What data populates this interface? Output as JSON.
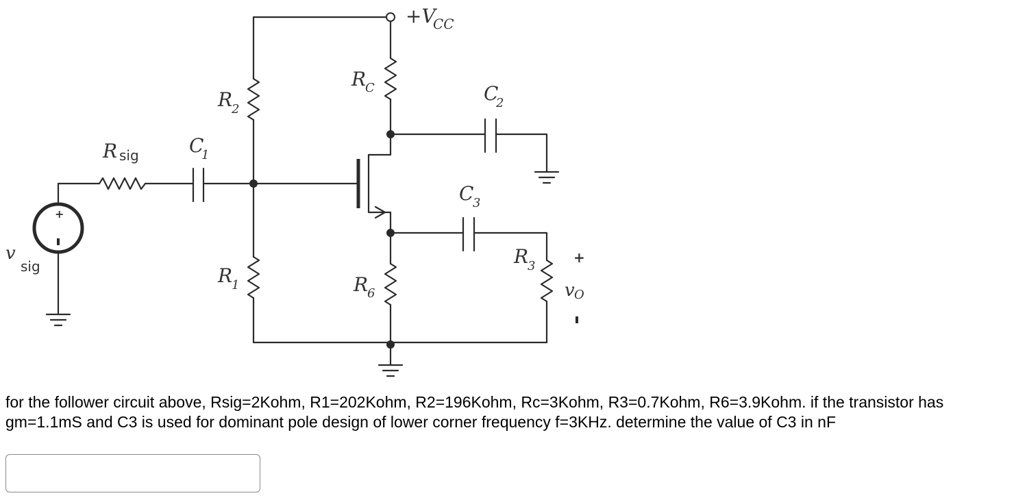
{
  "circuit": {
    "vcc_label": "+V",
    "vcc_sub": "CC",
    "rc": {
      "main": "R",
      "sub": "C"
    },
    "r2": {
      "main": "R",
      "sub": "2"
    },
    "r1": {
      "main": "R",
      "sub": "1"
    },
    "r6": {
      "main": "R",
      "sub": "6"
    },
    "r3": {
      "main": "R",
      "sub": "3"
    },
    "rsig": {
      "main": "R",
      "sub": "sig"
    },
    "c1": {
      "main": "C",
      "sub": "1"
    },
    "c2": {
      "main": "C",
      "sub": "2"
    },
    "c3": {
      "main": "C",
      "sub": "3"
    },
    "vsig": {
      "main": "v",
      "sub": "sig"
    },
    "vo": {
      "main": "v",
      "sub": "O"
    },
    "plus": "+",
    "minus": "−"
  },
  "question": {
    "text": "for the follower circuit above, Rsig=2Kohm, R1=202Kohm, R2=196Kohm, Rc=3Kohm, R3=0.7Kohm, R6=3.9Kohm. if the transistor has gm=1.1mS and C3 is used for dominant pole design of lower corner frequency f=3KHz. determine the value of C3 in nF"
  },
  "answer": {
    "value": "",
    "placeholder": ""
  }
}
